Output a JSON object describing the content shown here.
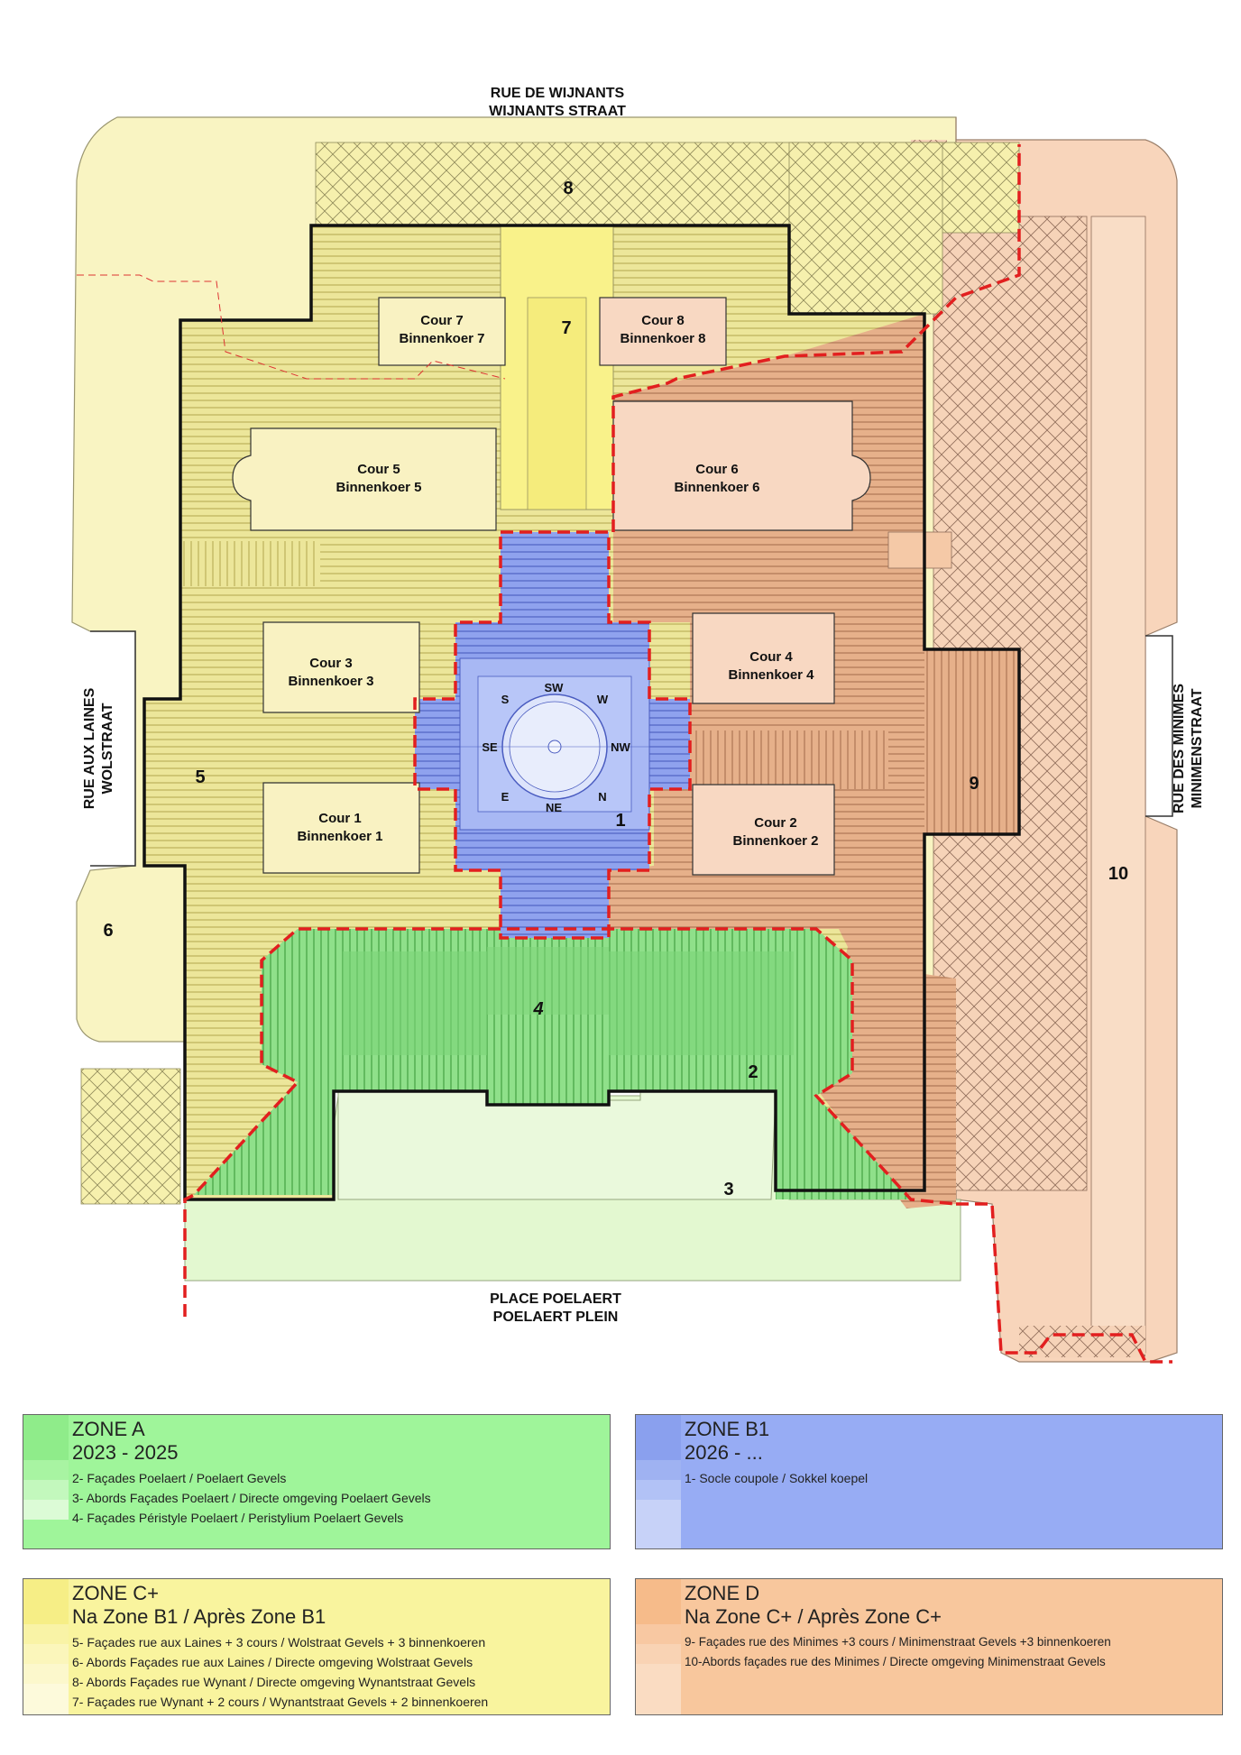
{
  "streets": {
    "north_fr": "RUE DE WIJNANTS",
    "north_nl": "WIJNANTS STRAAT",
    "south_fr": "PLACE POELAERT",
    "south_nl": "POELAERT PLEIN",
    "west_fr": "RUE AUX LAINES",
    "west_nl": "WOLSTRAAT",
    "east_fr": "RUE DES MINIMES",
    "east_nl": "MINIMENSTRAAT"
  },
  "courtyards": [
    {
      "fr": "Cour 7",
      "nl": "Binnenkoer 7"
    },
    {
      "fr": "Cour 8",
      "nl": "Binnenkoer 8"
    },
    {
      "fr": "Cour 5",
      "nl": "Binnenkoer 5"
    },
    {
      "fr": "Cour 6",
      "nl": "Binnenkoer 6"
    },
    {
      "fr": "Cour 3",
      "nl": "Binnenkoer 3"
    },
    {
      "fr": "Cour 4",
      "nl": "Binnenkoer 4"
    },
    {
      "fr": "Cour 1",
      "nl": "Binnenkoer 1"
    },
    {
      "fr": "Cour 2",
      "nl": "Binnenkoer 2"
    }
  ],
  "compass": {
    "sw": "SW",
    "s": "S",
    "w": "W",
    "se": "SE",
    "nw": "NW",
    "e": "E",
    "ne": "NE",
    "n": "N"
  },
  "area_numbers": {
    "a1": "1",
    "a2": "2",
    "a3": "3",
    "a4": "4",
    "a5": "5",
    "a6": "6",
    "a7": "7",
    "a8": "8",
    "a9": "9",
    "a10": "10"
  },
  "colors": {
    "zone_a": "#a6f09a",
    "zone_b1": "#99aef2",
    "zone_c": "#f9f49e",
    "zone_d": "#f8c79d",
    "boundary": "#e21f1f"
  },
  "legends": {
    "zone_a": {
      "title": "ZONE A",
      "subtitle": "2023 - 2025",
      "items": [
        "2- Façades Poelaert / Poelaert Gevels",
        "3- Abords Façades Poelaert / Directe omgeving Poelaert Gevels",
        "4- Façades Péristyle Poelaert / Peristylium Poelaert Gevels"
      ]
    },
    "zone_b1": {
      "title": "ZONE B1",
      "subtitle": "2026 - ...",
      "items": [
        "1- Socle coupole / Sokkel koepel"
      ]
    },
    "zone_c": {
      "title": "ZONE C+",
      "subtitle": "Na Zone B1  /  Après Zone B1",
      "items": [
        "5- Façades rue aux Laines + 3 cours / Wolstraat Gevels + 3 binnenkoeren",
        "6- Abords Façades rue aux Laines / Directe omgeving Wolstraat Gevels",
        "8- Abords Façades rue Wynant / Directe omgeving Wynantstraat Gevels",
        "7- Façades rue Wynant + 2 cours / Wynantstraat Gevels + 2 binnenkoeren"
      ]
    },
    "zone_d": {
      "title": "ZONE D",
      "subtitle": "Na Zone C+  /  Après Zone C+",
      "items": [
        "9- Façades rue des Minimes +3 cours / Minimenstraat Gevels +3 binnenkoeren",
        "10-Abords façades rue des Minimes / Directe omgeving Minimenstraat Gevels"
      ]
    }
  }
}
